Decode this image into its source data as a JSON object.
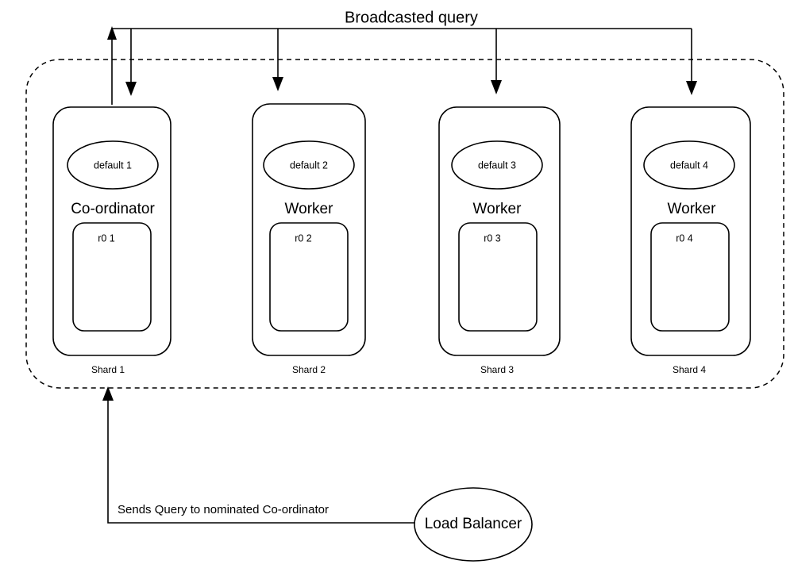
{
  "diagram": {
    "title": "Broadcasted  query",
    "boundary_label": "",
    "shards": [
      {
        "id": "shard-1",
        "caption": "Shard 1",
        "role": "Co-ordinator",
        "database": "default 1",
        "replica": "r0 1"
      },
      {
        "id": "shard-2",
        "caption": "Shard 2",
        "role": "Worker",
        "database": "default 2",
        "replica": "r0 2"
      },
      {
        "id": "shard-3",
        "caption": "Shard 3",
        "role": "Worker",
        "database": "default 3",
        "replica": "r0 3"
      },
      {
        "id": "shard-4",
        "caption": "Shard 4",
        "role": "Worker",
        "database": "default 4",
        "replica": "r0 4"
      }
    ],
    "load_balancer": {
      "label": "Load Balancer",
      "edge_label": "Sends Query to nominated Co-ordinator"
    },
    "colors": {
      "stroke": "#000000",
      "background": "#ffffff"
    }
  }
}
